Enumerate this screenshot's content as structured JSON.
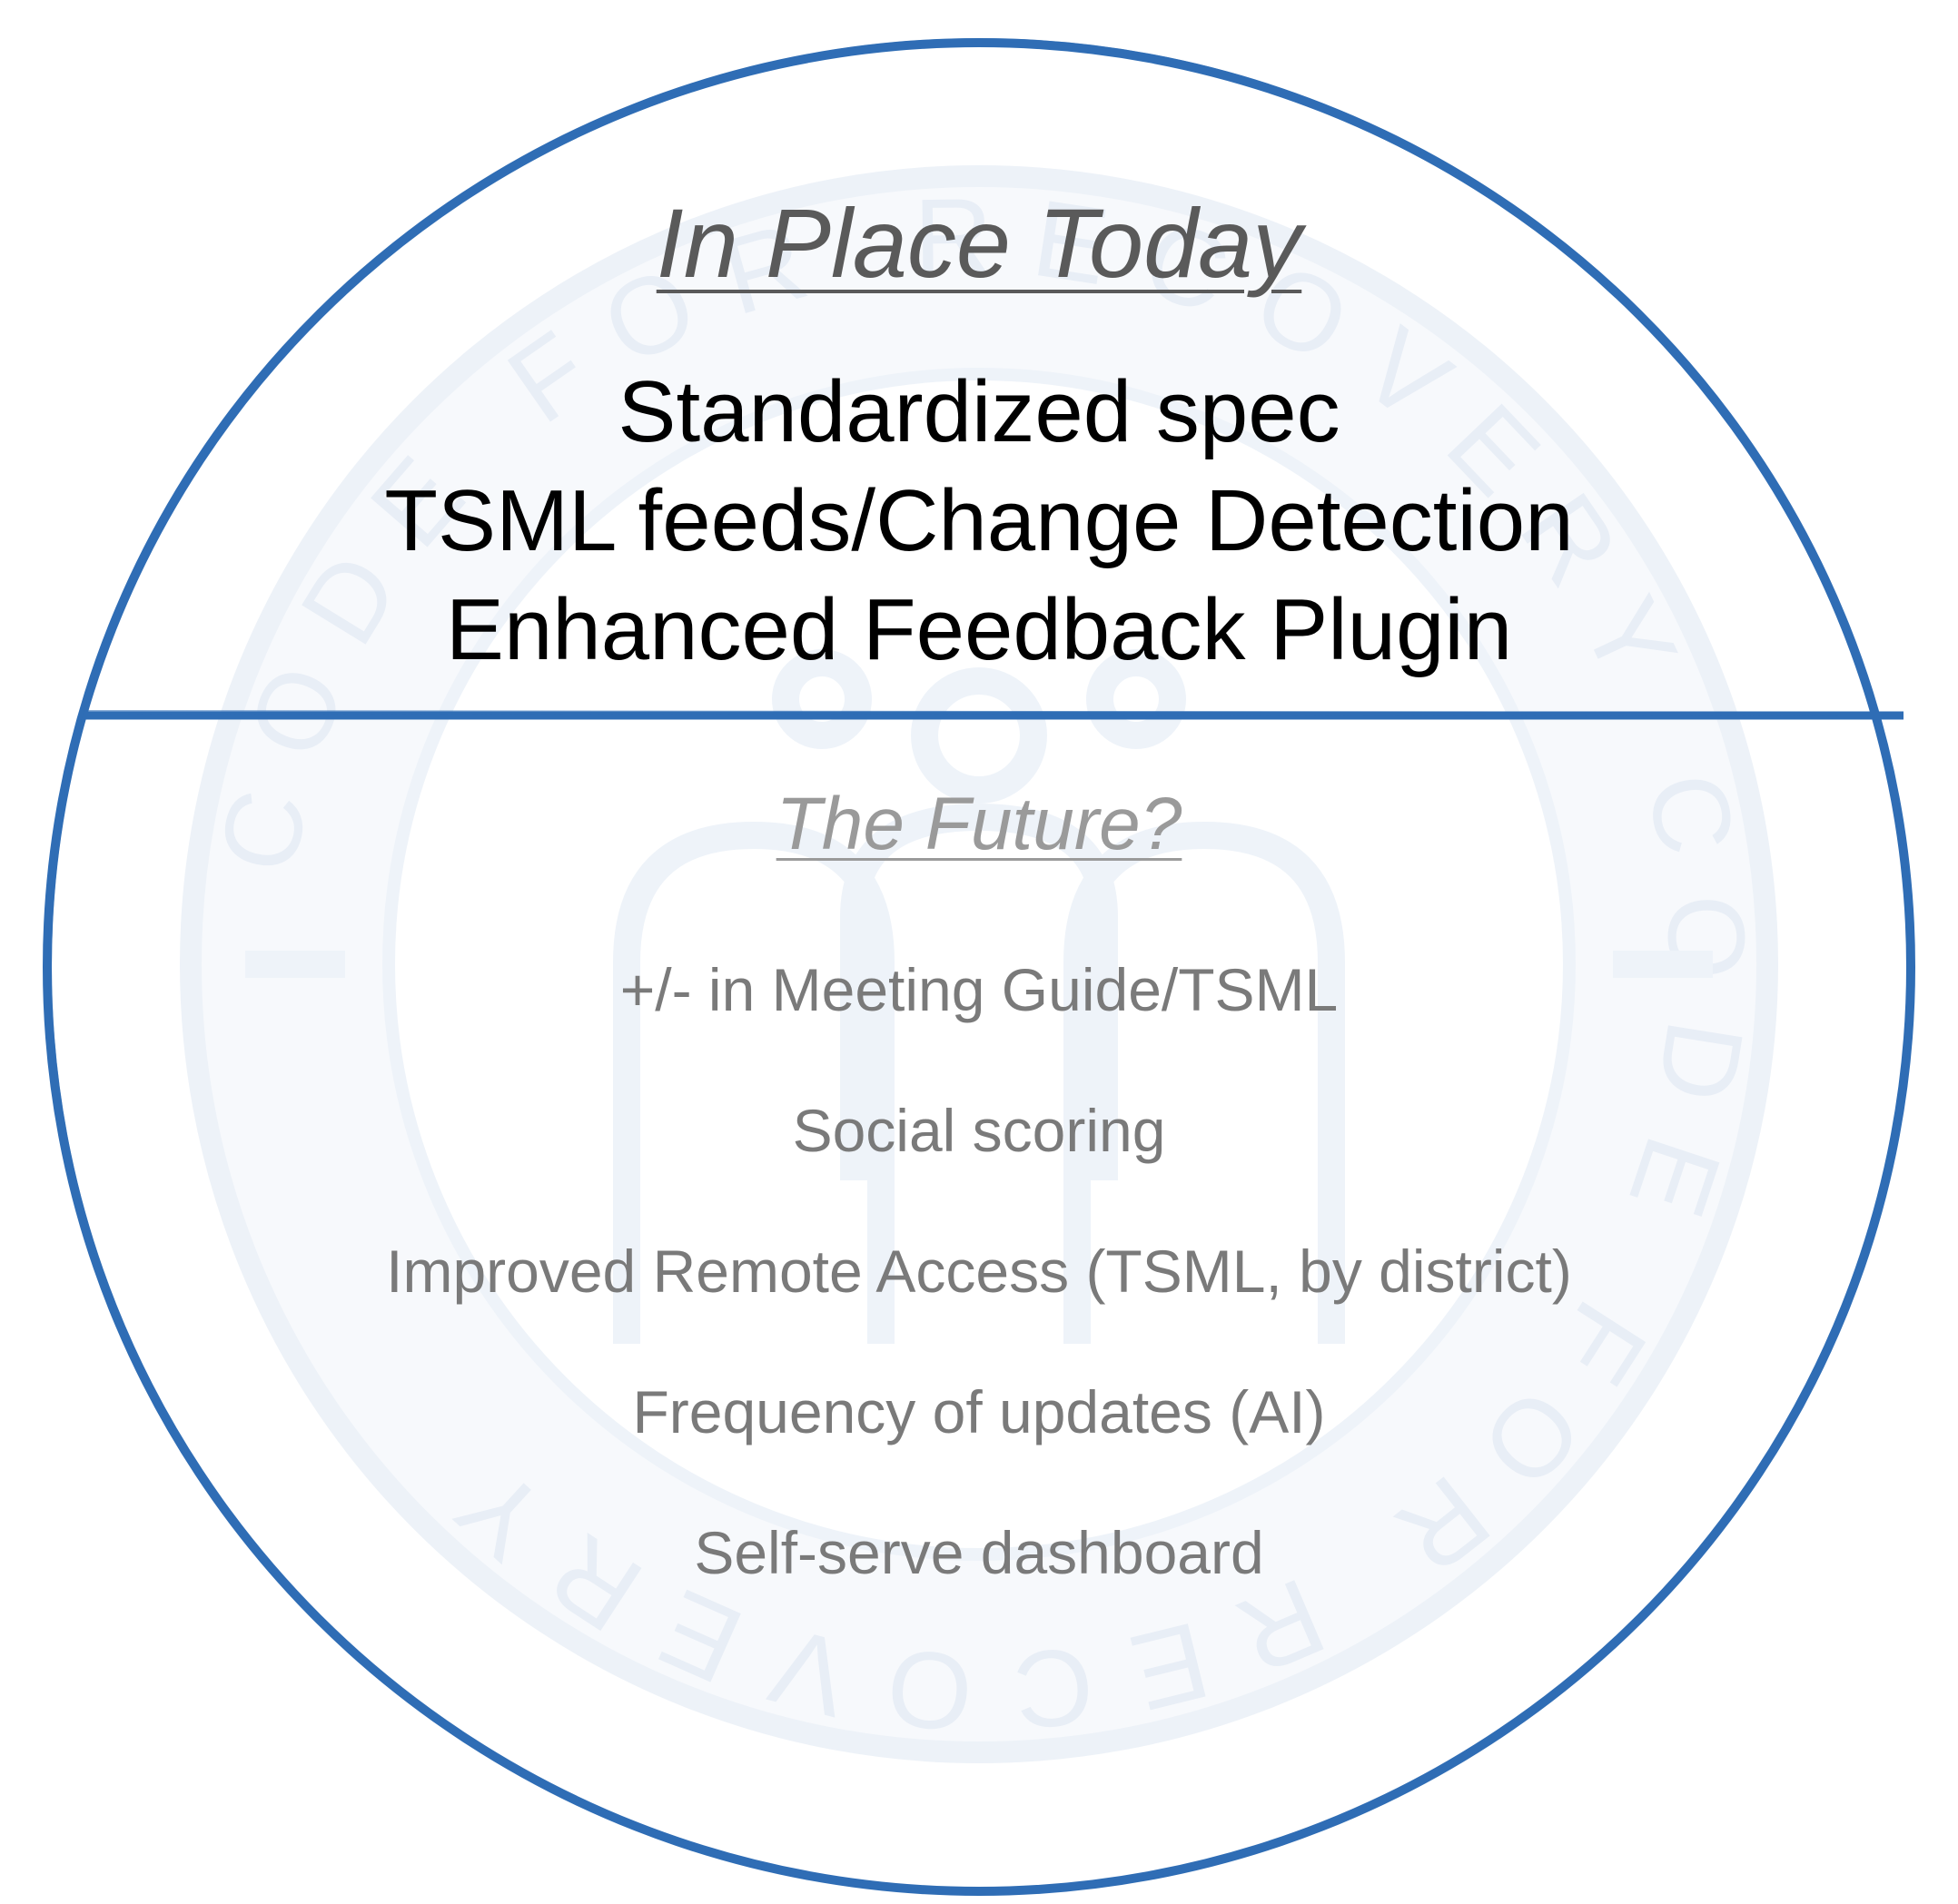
{
  "colors": {
    "ring": "#2f6db5",
    "watermark": "#edf2f8",
    "heading_top": "#5a5a5a",
    "heading_bottom": "#9a9a9a",
    "today_text": "#000000",
    "future_text": "#7a7a7a"
  },
  "watermark": {
    "text": "CODE FOR RECOVERY"
  },
  "top_section": {
    "heading": "In Place Today",
    "items": [
      "Standardized spec",
      "TSML feeds/Change Detection",
      "Enhanced Feedback Plugin"
    ]
  },
  "bottom_section": {
    "heading": "The Future?",
    "items": [
      "+/- in Meeting Guide/TSML",
      "Social scoring",
      "Improved Remote Access (TSML, by district)",
      "Frequency of updates (AI)",
      "Self-serve dashboard"
    ]
  }
}
